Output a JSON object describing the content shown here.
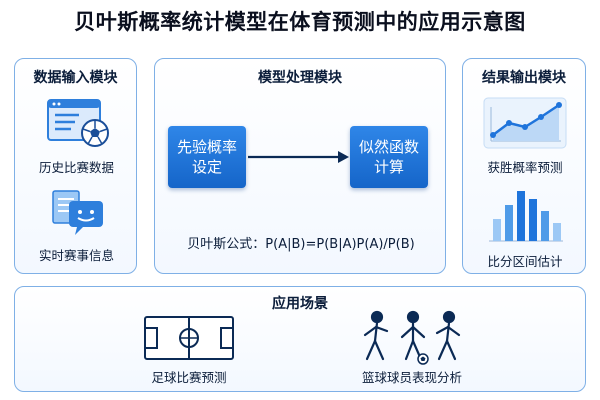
{
  "title": "贝叶斯概率统计模型在体育预测中的应用示意图",
  "input_module": {
    "title": "数据输入模块",
    "items": [
      {
        "label": "历史比赛数据",
        "icon": "monitor-soccer-icon"
      },
      {
        "label": "实时赛事信息",
        "icon": "chat-documents-icon"
      }
    ]
  },
  "process_module": {
    "title": "模型处理模块",
    "prior_box": "先验概率设定",
    "likelihood_box": "似然函数计算",
    "formula": "贝叶斯公式：P(A|B)=P(B|A)P(A)/P(B)"
  },
  "output_module": {
    "title": "结果输出模块",
    "items": [
      {
        "label": "获胜概率预测",
        "icon": "line-chart-icon"
      },
      {
        "label": "比分区间估计",
        "icon": "bar-chart-icon"
      }
    ]
  },
  "application": {
    "title": "应用场景",
    "items": [
      {
        "label": "足球比赛预测",
        "icon": "soccer-field-icon"
      },
      {
        "label": "篮球球员表现分析",
        "icon": "players-icon"
      }
    ]
  },
  "colors": {
    "accent": "#1f74db",
    "panel_border": "#7fb0e6",
    "text": "#0b1d3a"
  }
}
